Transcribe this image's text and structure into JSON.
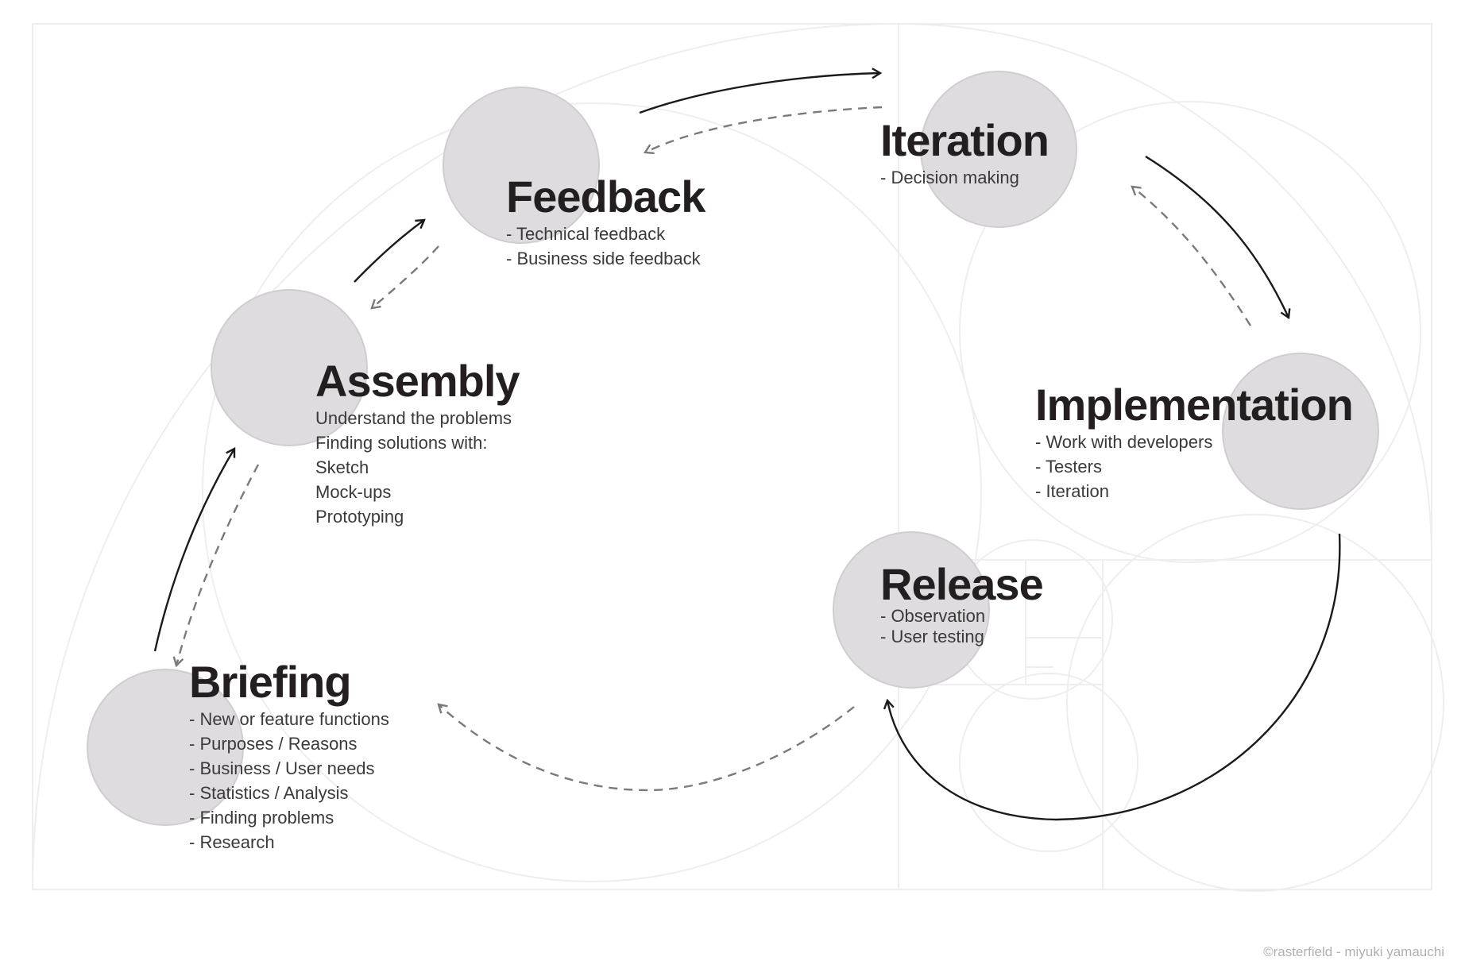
{
  "stages": [
    {
      "id": "feedback",
      "title": "Feedback",
      "items": [
        "- Technical feedback",
        "- Business side feedback"
      ]
    },
    {
      "id": "iteration",
      "title": "Iteration",
      "items": [
        "- Decision making"
      ]
    },
    {
      "id": "assembly",
      "title": "Assembly",
      "items": [
        "Understand the problems",
        "Finding solutions with:",
        "Sketch",
        "Mock-ups",
        "Prototyping"
      ]
    },
    {
      "id": "implementation",
      "title": "Implementation",
      "items": [
        "- Work with developers",
        "- Testers",
        "- Iteration"
      ]
    },
    {
      "id": "release",
      "title": "Release",
      "items": [
        "- Observation",
        "- User testing"
      ]
    },
    {
      "id": "briefing",
      "title": "Briefing",
      "items": [
        "- New or feature functions",
        "- Purposes / Reasons",
        "- Business / User needs",
        "- Statistics / Analysis",
        "- Finding problems",
        "- Research"
      ]
    }
  ],
  "colors": {
    "node_fill": "#dedcde",
    "solid_arrow": "#1a1a1a",
    "dashed_arrow": "#7a7a7a",
    "guide_lines": "#eeeeee",
    "title_text": "#231f20"
  },
  "credit": "©rasterfield - miyuki yamauchi"
}
